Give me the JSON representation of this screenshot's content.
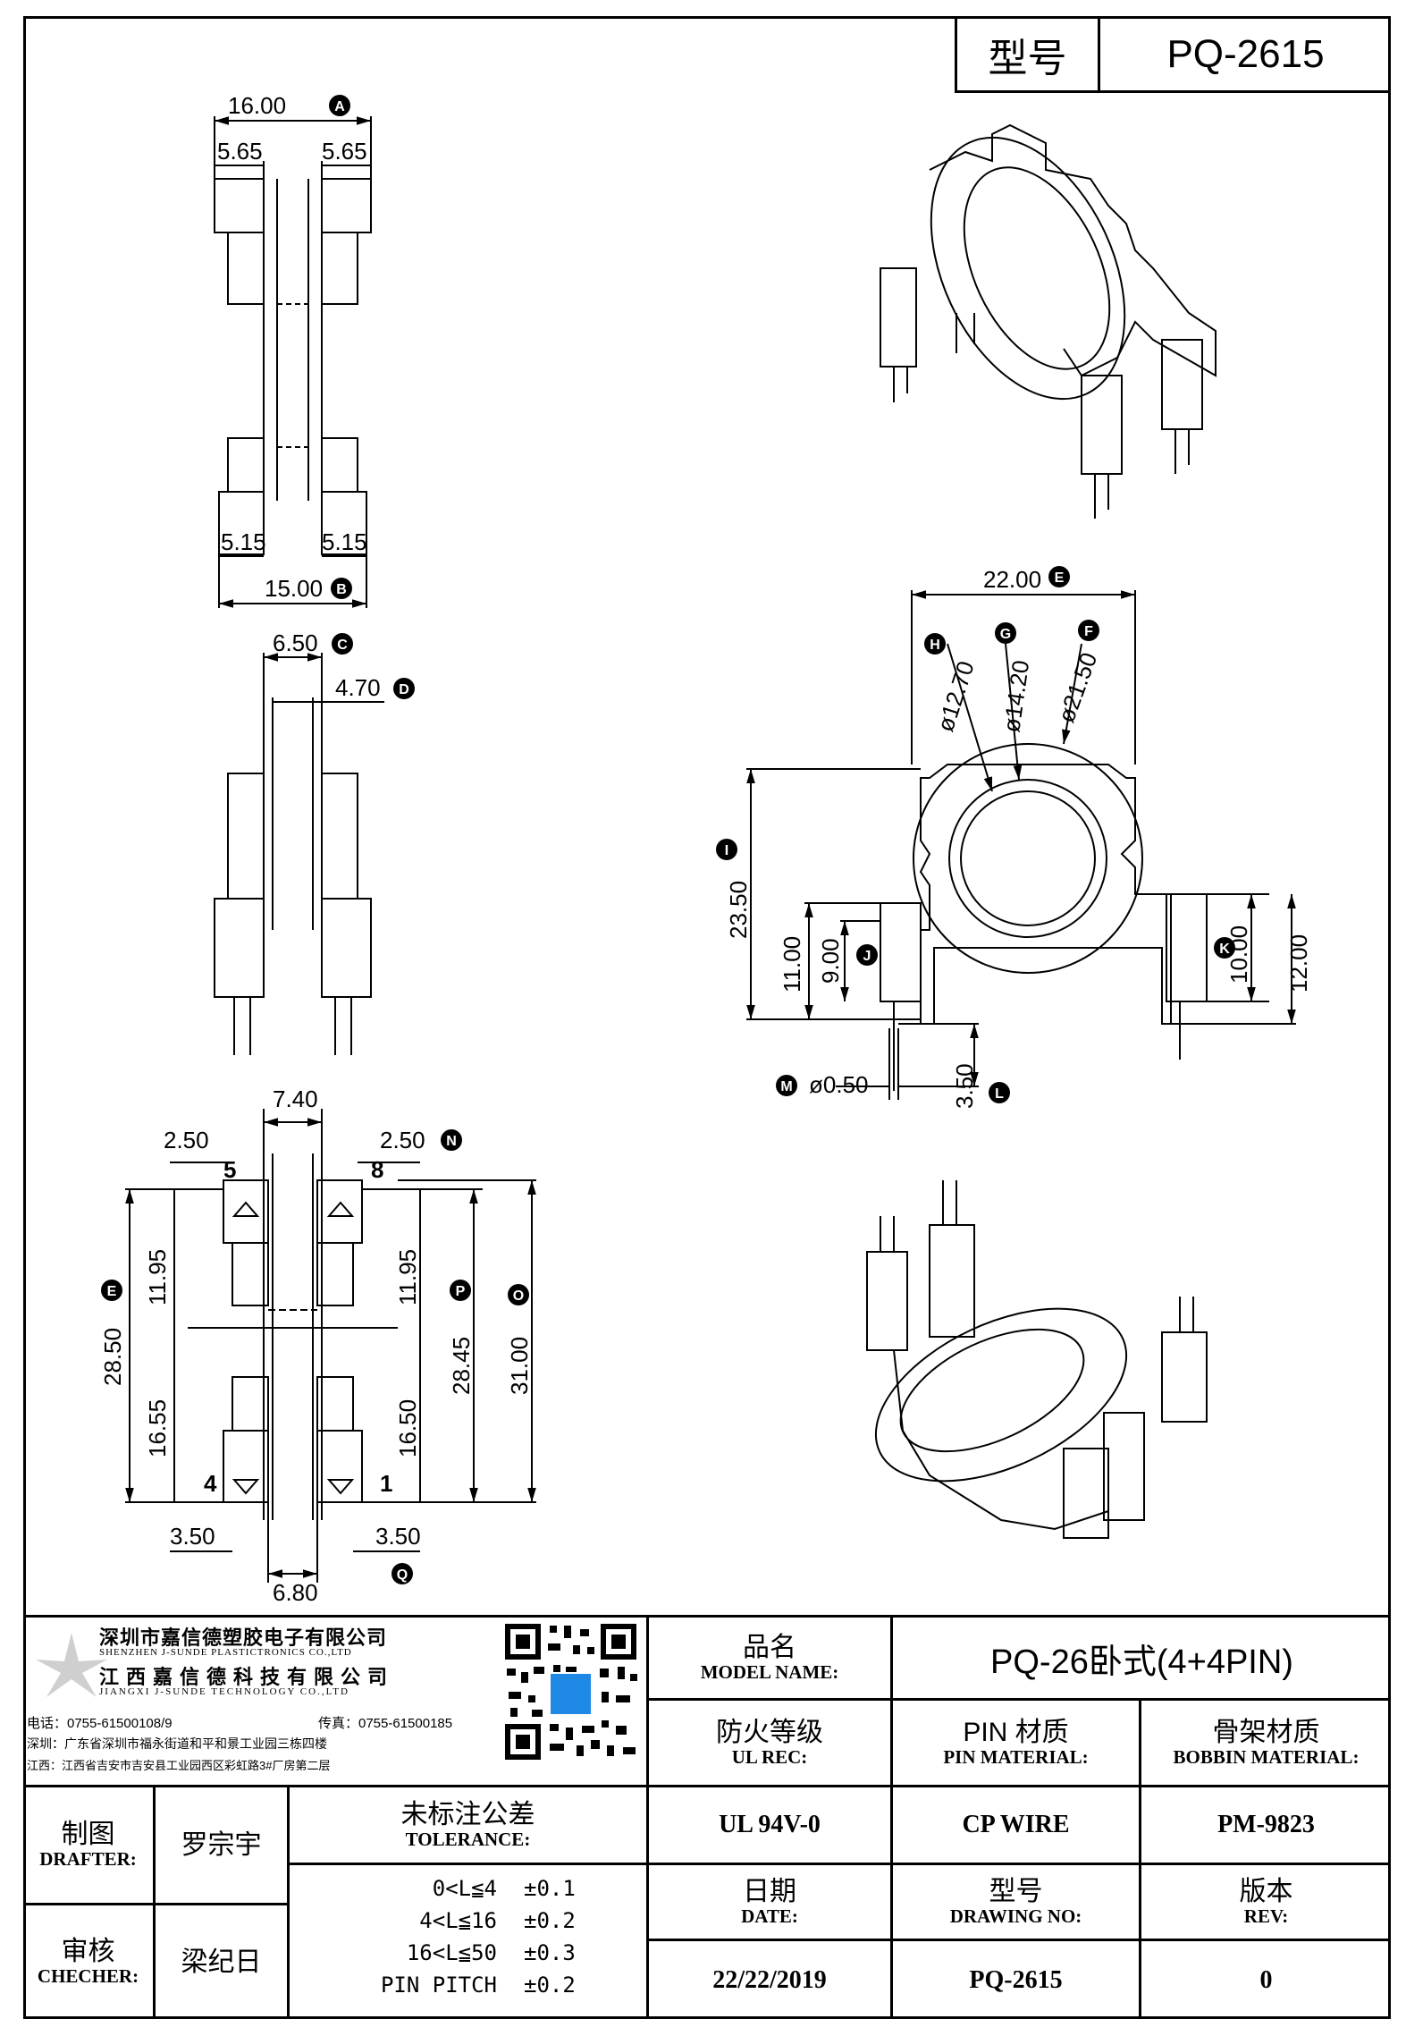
{
  "header": {
    "model_label": "型号",
    "model_value": "PQ-2615"
  },
  "dimensions": {
    "top_view": {
      "A": "16.00",
      "B": "15.00",
      "left_top": "5.65",
      "right_top": "5.65",
      "left_bottom": "5.15",
      "right_bottom": "5.15"
    },
    "side_view": {
      "C": "6.50",
      "D": "4.70"
    },
    "bottom_view": {
      "center": "7.40",
      "left_pin": "2.50",
      "right_pin": "2.50",
      "E_dim": "28.50",
      "P_dim": "28.45",
      "O_dim": "31.00",
      "left_upper": "11.95",
      "right_upper": "11.95",
      "left_lower": "16.55",
      "right_lower": "16.50",
      "bottom_left": "3.50",
      "bottom_right": "3.50",
      "Q_dim": "6.80",
      "pin5": "5",
      "pin8": "8",
      "pin4": "4",
      "pin1": "1"
    },
    "front_view": {
      "E": "22.00",
      "H": "ø12.70",
      "G": "ø14.20",
      "F": "ø21.50",
      "I": "23.50",
      "J_outer": "11.00",
      "J": "9.00",
      "K": "10.00",
      "K_outer": "12.00",
      "M": "ø0.50",
      "L": "3.50"
    },
    "letters": {
      "A": "A",
      "B": "B",
      "C": "C",
      "D": "D",
      "E": "E",
      "F": "F",
      "G": "G",
      "H": "H",
      "I": "I",
      "J": "J",
      "K": "K",
      "L": "L",
      "M": "M",
      "N": "N",
      "O": "O",
      "P": "P",
      "Q": "Q",
      "E2": "E"
    }
  },
  "company": {
    "name_cn_1": "深圳市嘉信德塑胶电子有限公司",
    "name_en_1": "SHENZHEN J-SUNDE PLASTICTRONICS CO.,LTD",
    "name_cn_2": "江西嘉信德科技有限公司",
    "name_en_2": "JIANGXI J-SUNDE TECHNOLOGY CO.,LTD",
    "phone": "电话：0755-61500108/9",
    "fax": "传真：0755-61500185",
    "addr_sz": "深圳：广东省深圳市福永街道和平和景工业园三栋四楼",
    "addr_jx": "江西：江西省吉安市吉安县工业园西区彩虹路3#厂房第二层"
  },
  "title_block": {
    "model_name_cn": "品名",
    "model_name_en": "MODEL NAME:",
    "model_name_value": "PQ-26卧式(4+4PIN)",
    "ul_cn": "防火等级",
    "ul_en": "UL REC:",
    "ul_value": "UL 94V-0",
    "pin_cn": "PIN 材质",
    "pin_en": "PIN MATERIAL:",
    "pin_value": "CP WIRE",
    "bobbin_cn": "骨架材质",
    "bobbin_en": "BOBBIN MATERIAL:",
    "bobbin_value": "PM-9823",
    "drafter_cn": "制图",
    "drafter_en": "DRAFTER:",
    "drafter_value": "罗宗宇",
    "checker_cn": "审核",
    "checker_en": "CHECHER:",
    "checker_value": "梁纪日",
    "tolerance_cn": "未标注公差",
    "tolerance_en": "TOLERANCE:",
    "tolerances": [
      {
        "range": "0<L≦4",
        "value": "±0.1"
      },
      {
        "range": "4<L≦16",
        "value": "±0.2"
      },
      {
        "range": "16<L≦50",
        "value": "±0.3"
      },
      {
        "range": "PIN PITCH",
        "value": "±0.2"
      }
    ],
    "date_cn": "日期",
    "date_en": "DATE:",
    "date_value": "22/22/2019",
    "drawing_cn": "型号",
    "drawing_en": "DRAWING NO:",
    "drawing_value": "PQ-2615",
    "rev_cn": "版本",
    "rev_en": "REV:",
    "rev_value": "0"
  }
}
